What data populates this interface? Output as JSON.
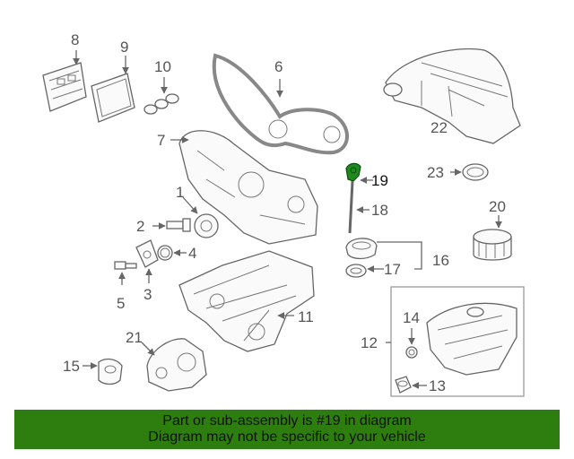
{
  "labels": {
    "p1": "1",
    "p2": "2",
    "p3": "3",
    "p4": "4",
    "p5": "5",
    "p6": "6",
    "p7": "7",
    "p8": "8",
    "p9": "9",
    "p10": "10",
    "p11": "11",
    "p12": "12",
    "p13": "13",
    "p14": "14",
    "p15": "15",
    "p16": "16",
    "p17": "17",
    "p18": "18",
    "p19": "19",
    "p20": "20",
    "p21": "21",
    "p22": "22",
    "p23": "23"
  },
  "highlighted_part": "19",
  "colors": {
    "banner_bg": "#2e7d0f",
    "highlight": "#1e8a1e"
  },
  "banner": {
    "line1": "Part or sub-assembly is #19 in diagram",
    "line2": "Diagram may not be specific to your vehicle"
  }
}
